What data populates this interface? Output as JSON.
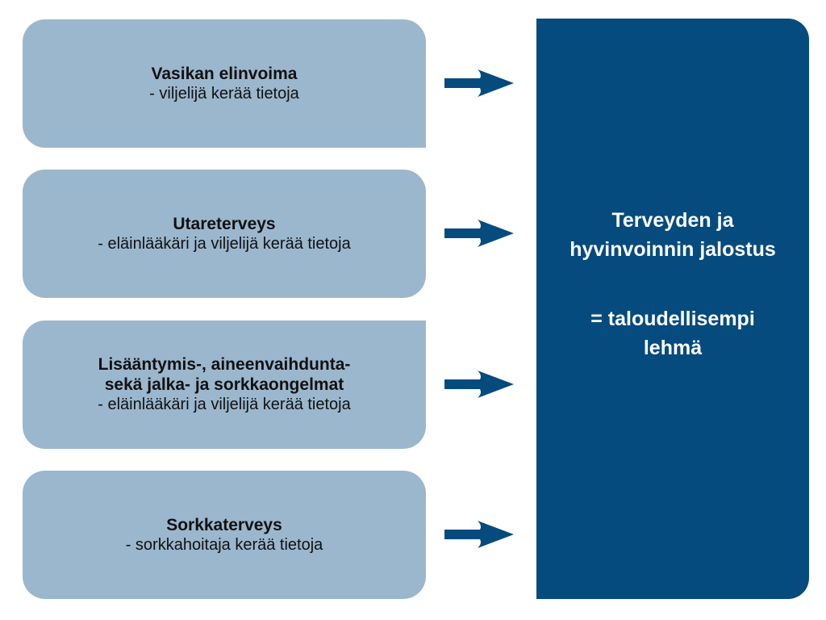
{
  "colors": {
    "box": "#9bb7cd",
    "main": "#064b7e",
    "arrow": "#064b7e"
  },
  "sources": [
    {
      "title": [
        "Vasikan elinvoima"
      ],
      "subtitle": "- viljelijä kerää tietoja"
    },
    {
      "title": [
        "Utareterveys"
      ],
      "subtitle": "- eläinlääkäri ja viljelijä kerää tietoja"
    },
    {
      "title": [
        "Lisääntymis-, aineenvaihdunta-",
        "sekä jalka- ja sorkkaongelmat"
      ],
      "subtitle": "- eläinlääkäri ja viljelijä kerää tietoja"
    },
    {
      "title": [
        "Sorkkaterveys"
      ],
      "subtitle": "- sorkkahoitaja kerää tietoja"
    }
  ],
  "result": {
    "line1": "Terveyden ja",
    "line2": "hyvinvoinnin jalostus",
    "line3": "= taloudellisempi",
    "line4": "lehmä"
  }
}
